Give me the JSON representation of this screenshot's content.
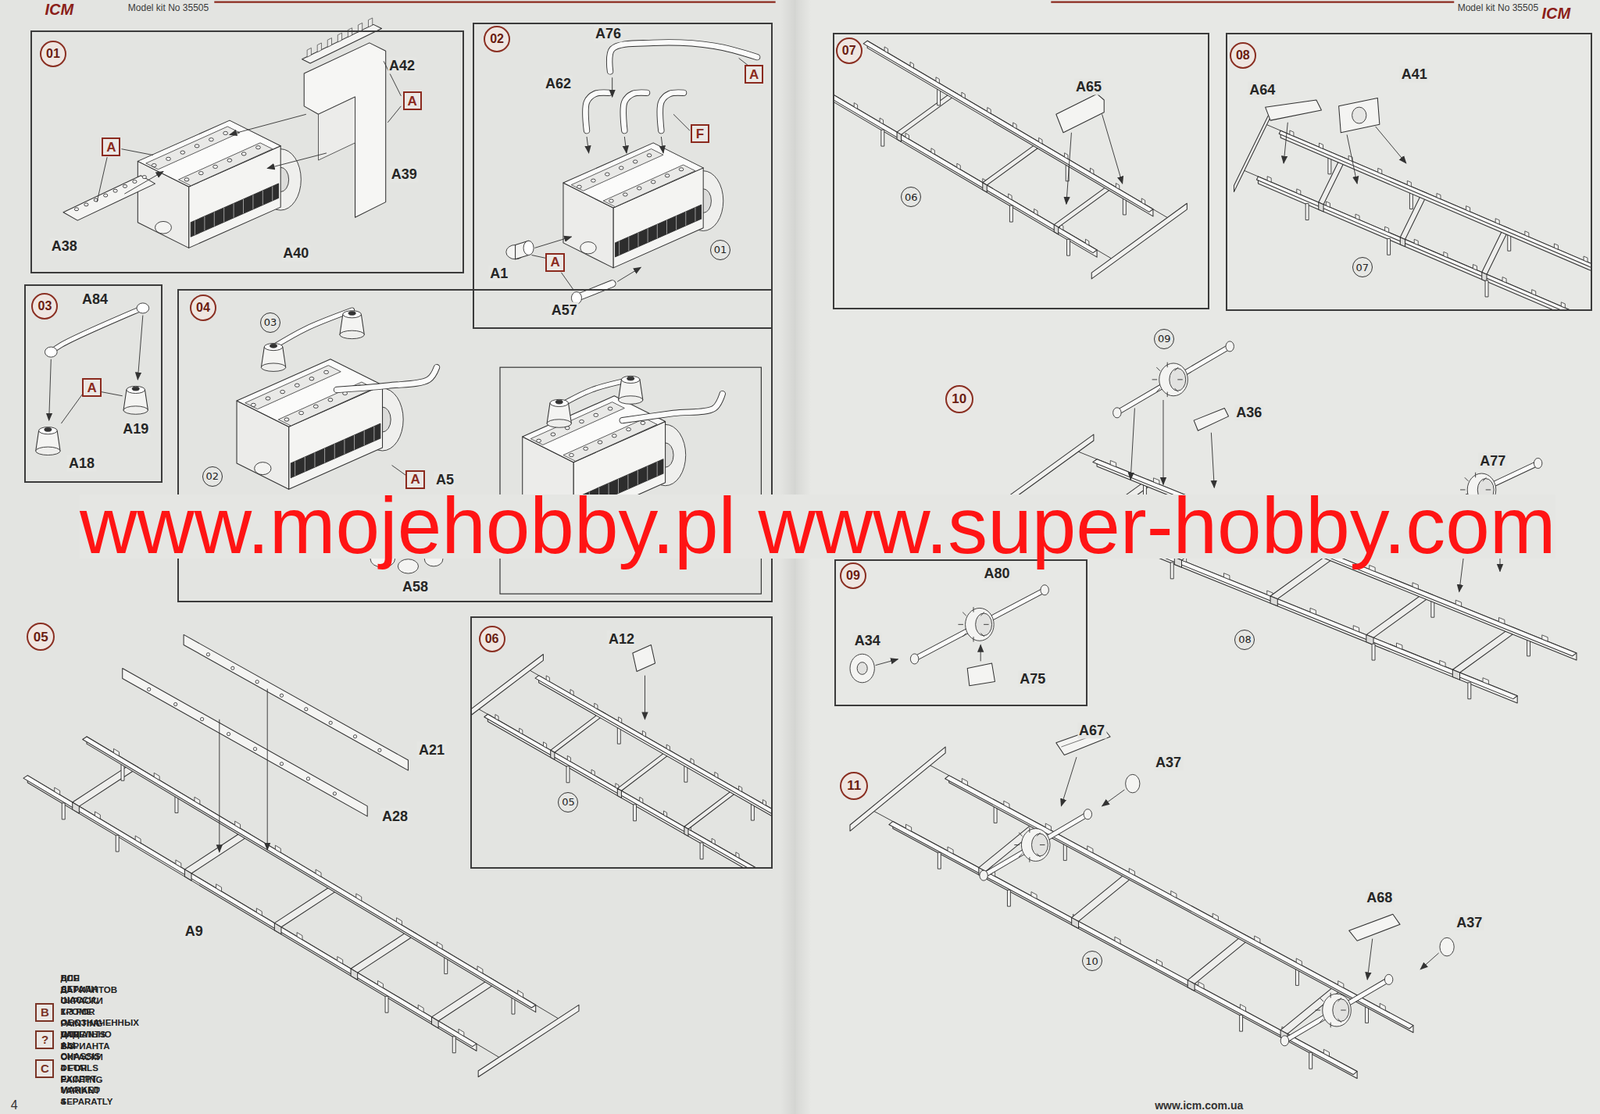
{
  "diagram": {
    "nodes": [
      {
        "text": [
          "01"
        ]
      },
      {
        "text": [
          "A"
        ],
        "in": 0
      },
      {
        "text": [
          "A"
        ],
        "in": 0
      },
      {
        "text": [
          "02"
        ]
      },
      {
        "text": [
          "A"
        ],
        "in": 3
      },
      {
        "text": [
          "F"
        ],
        "in": 3
      },
      {
        "text": [
          "01"
        ],
        "in": 3
      },
      {
        "text": [
          "A"
        ],
        "in": 3
      },
      {
        "text": [
          "03"
        ]
      },
      {
        "text": [
          "A"
        ],
        "in": 8
      },
      {
        "text": [
          "04"
        ]
      },
      {
        "text": [
          "03"
        ],
        "in": 10
      },
      {
        "text": [
          "A"
        ],
        "in": 10
      },
      {
        "text": [
          "02"
        ],
        "in": 10
      },
      {
        "text": [
          "05"
        ]
      },
      {
        "text": [
          "06"
        ]
      },
      {
        "text": [
          "05"
        ],
        "in": 15
      },
      {
        "text": [
          "B",
          "ДЛЯ ВАРИАНТОВ ОКРАСКИ 1-3 FOR PAINTING VARIANTS 1-3"
        ]
      },
      {
        "text": [
          "?",
          "ВСЕ ДЕТАЛИ ШАССИ, КРОМЕ ОБОЗНАЧЕННЫХ ОТДЕЛЬНО ALL CHASSIS DETAILS EXCEPT MARKED SEPARATLY"
        ]
      },
      {
        "text": [
          "C",
          "ДЛЯ ВАРИАНТА ОКРАСКИ 4 FOR PAINTING VARIANT 4"
        ]
      },
      {
        "text": [
          "07"
        ]
      },
      {
        "text": [
          "06"
        ],
        "in": 20
      },
      {
        "text": [
          "08"
        ]
      },
      {
        "text": [
          "07"
        ],
        "in": 22
      },
      {
        "text": [
          "09"
        ]
      },
      {
        "text": [
          "10"
        ]
      },
      {
        "text": [
          "08"
        ]
      },
      {
        "text": [
          "09"
        ]
      },
      {
        "text": [
          "11"
        ]
      },
      {
        "text": [
          "10"
        ]
      }
    ],
    "labels": [
      "ICM",
      "Model kit No 35505",
      "Model kit No 35505",
      "ICM",
      "A42",
      "A39",
      "A38",
      "A40",
      "A76",
      "A62",
      "A1",
      "A57",
      "A84",
      "A19",
      "A18",
      "A5",
      "A58",
      "A21",
      "A28",
      "A9",
      "A12",
      "A65",
      "A64",
      "A41",
      "A36",
      "A77",
      "A80",
      "A34",
      "A75",
      "A67",
      "A37",
      "A68",
      "A37",
      "www.mojehobby.pl www.super-hobby.com",
      "4",
      "www.icm.com.ua"
    ]
  }
}
